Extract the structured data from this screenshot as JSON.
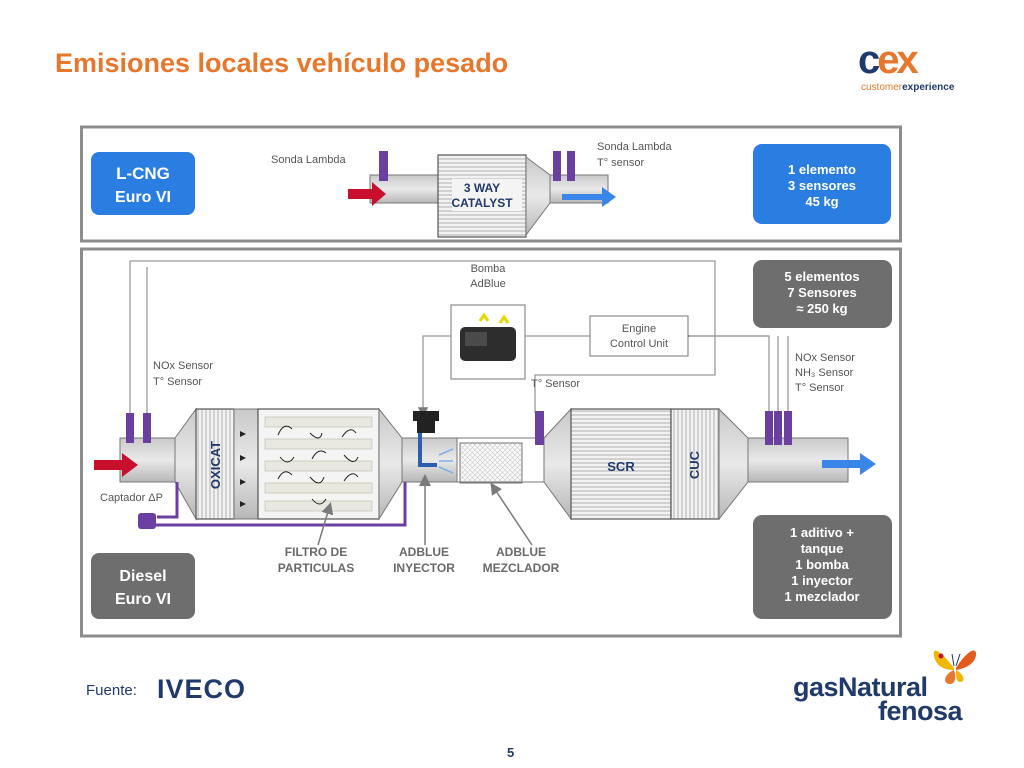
{
  "slide": {
    "title": "Emisiones locales vehículo pesado",
    "page_number": "5",
    "source_label": "Fuente:"
  },
  "logos": {
    "cex_c": "c",
    "cex_ex": "ex",
    "cex_sub_light": "customer",
    "cex_sub_bold": "experience",
    "iveco": "IVECO",
    "gasnatural_line1": "gasNatural",
    "gasnatural_line2": "fenosa"
  },
  "lcng": {
    "badge_line1": "L-CNG",
    "badge_line2": "Euro VI",
    "sonda_left": "Sonda Lambda",
    "catalyst_line1": "3 WAY",
    "catalyst_line2": "CATALYST",
    "sonda_right_line1": "Sonda Lambda",
    "sonda_right_line2": "T° sensor",
    "summary_line1": "1 elemento",
    "summary_line2": "3 sensores",
    "summary_line3": "45 kg"
  },
  "diesel": {
    "bomba_line1": "Bomba",
    "bomba_line2": "AdBlue",
    "ecu_line1": "Engine",
    "ecu_line2": "Control Unit",
    "nox_left_line1": "NOx Sensor",
    "nox_left_line2": "T° Sensor",
    "t_sensor_mid": "T° Sensor",
    "nox_right_line1": "NOx Sensor",
    "nox_right_line2": "NH₃ Sensor",
    "nox_right_line3": "T° Sensor",
    "oxicat": "OXICAT",
    "scr": "SCR",
    "cuc": "CUC",
    "captador": "Captador ΔP",
    "filtro_line1": "FILTRO DE",
    "filtro_line2": "PARTICULAS",
    "inyector_line1": "ADBLUE",
    "inyector_line2": "INYECTOR",
    "mezclador_line1": "ADBLUE",
    "mezclador_line2": "MEZCLADOR",
    "badge_line1": "Diesel",
    "badge_line2": "Euro VI",
    "summary_top_line1": "5 elementos",
    "summary_top_line2": "7 Sensores",
    "summary_top_line3": "≈ 250 kg",
    "summary_bottom_line1": "1 aditivo +",
    "summary_bottom_line2": "tanque",
    "summary_bottom_line3": "1 bomba",
    "summary_bottom_line4": "1 inyector",
    "summary_bottom_line5": "1 mezclador"
  },
  "colors": {
    "title_orange": "#e8772e",
    "navy": "#1f3a6b",
    "lcng_blue": "#2a7de1",
    "diesel_gray": "#6e6e6e",
    "sensor_purple": "#6b3fa0",
    "inlet_red": "#c8102e",
    "outlet_blue": "#3a86e8"
  }
}
